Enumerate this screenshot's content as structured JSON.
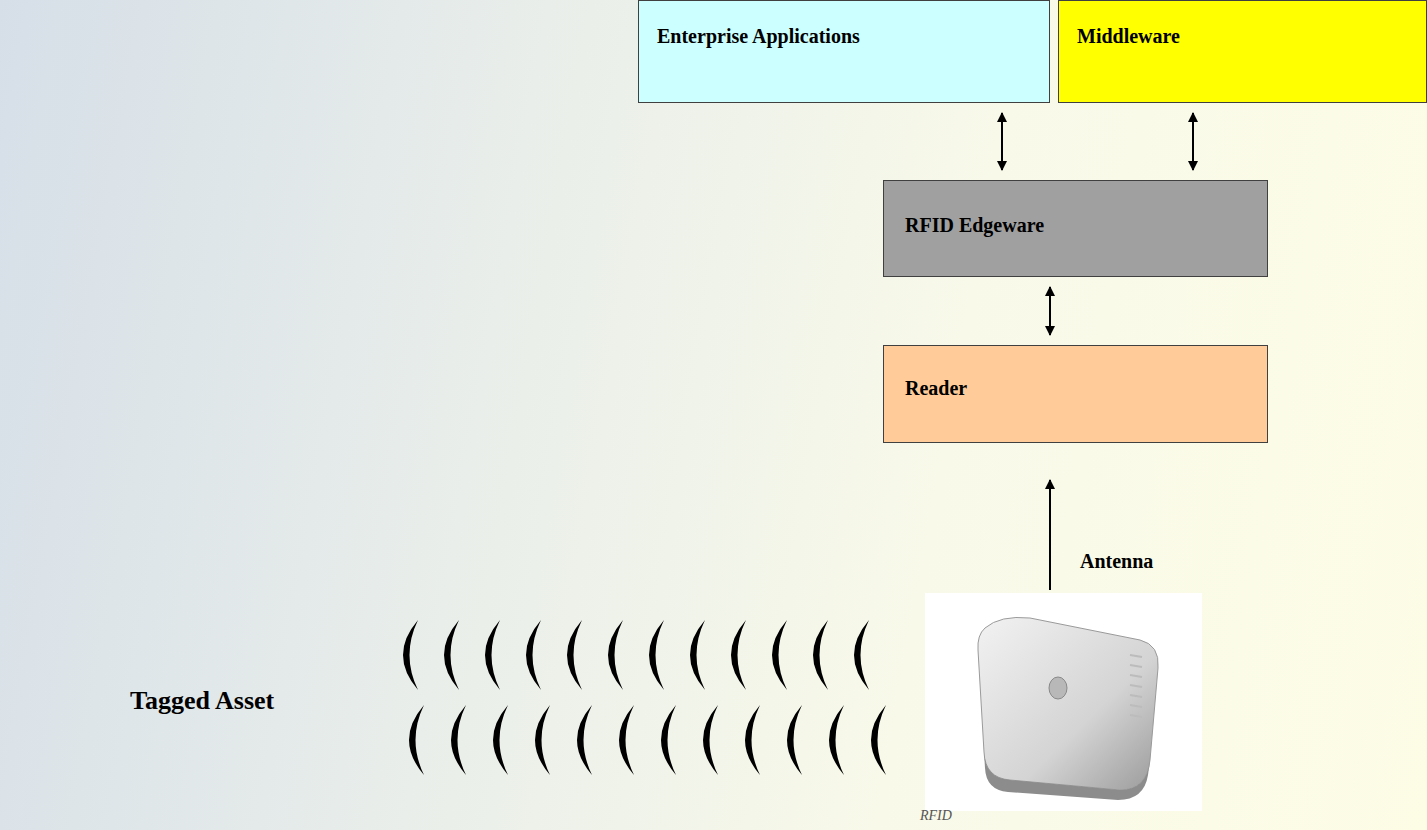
{
  "diagram": {
    "nodes": [
      {
        "text": [
          "Enterprise Applications"
        ]
      },
      {
        "text": [
          "Middleware"
        ]
      },
      {
        "text": [
          "RFID Edgeware"
        ]
      },
      {
        "text": [
          "Reader"
        ]
      }
    ],
    "edges": [
      {
        "from": 0,
        "to": 2,
        "arrow": "both"
      },
      {
        "from": 1,
        "to": 2,
        "arrow": "both"
      },
      {
        "from": 2,
        "to": 3,
        "arrow": "both"
      }
    ],
    "labels": [
      "Tagged Asset",
      "Antenna",
      "RFID"
    ]
  }
}
